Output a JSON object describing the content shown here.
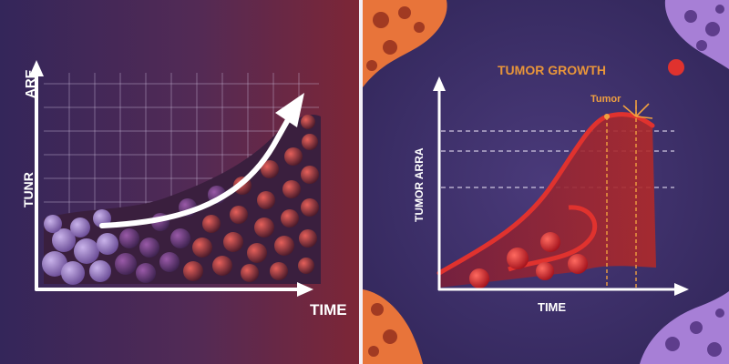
{
  "left_panel": {
    "y_axis_label_top": "ARE",
    "y_axis_label_side": "TUNR",
    "x_axis_label": "TIME",
    "colors": {
      "bg_left": "#3b2b63",
      "bg_right": "#7a2636",
      "axis": "#ffffff",
      "cells_purple": "#9a7cc4",
      "cells_red": "#d9454a"
    }
  },
  "right_panel": {
    "title": "TUMOR GROWTH",
    "curve_label": "Tumor",
    "y_axis_label": "TUMOR  ARRA",
    "x_axis_label": "TIME",
    "colors": {
      "bg": "#3b2d66",
      "title": "#e8953a",
      "curve": "#e0322e",
      "dash": "#cfc6e0",
      "marker": "#f0a040"
    }
  }
}
